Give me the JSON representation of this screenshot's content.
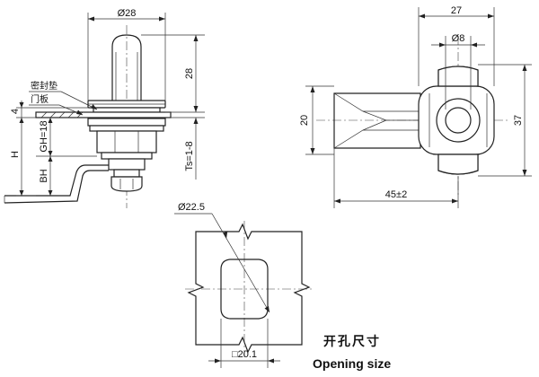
{
  "side_view": {
    "dia_top": "Ø28",
    "height_stem": "28",
    "gasket_thickness": "4",
    "gasket_label": "密封垫",
    "door_panel_label": "门板",
    "dim_H": "H",
    "dim_GH": "GH=18",
    "dim_BH": "BH",
    "dim_Ts": "Ts=1-8"
  },
  "front_view": {
    "width_top": "27",
    "dia_small": "Ø8",
    "height_left": "20",
    "height_right": "37",
    "length_bottom": "45±2"
  },
  "opening": {
    "dia": "Ø22.5",
    "flat": "□20.1",
    "title_cn": "开孔尺寸",
    "title_en": "Opening size"
  }
}
